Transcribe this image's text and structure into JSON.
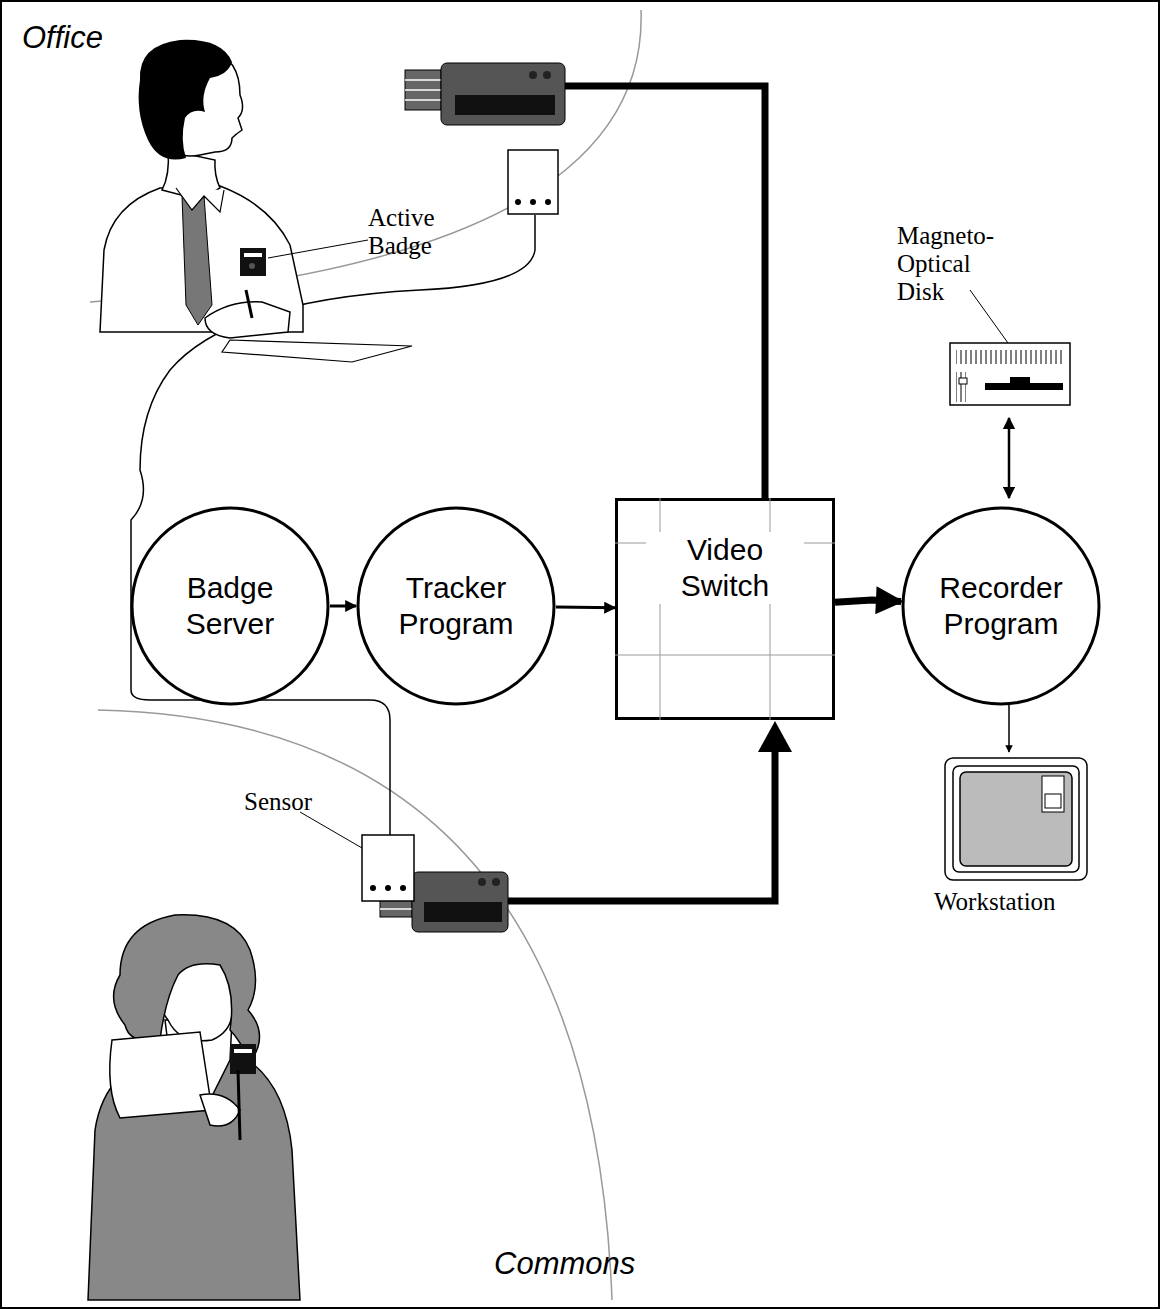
{
  "diagram": {
    "nodes": [
      {
        "text": [
          "Badge Server"
        ]
      },
      {
        "text": [
          "Tracker Program"
        ]
      },
      {
        "text": [
          "Video Switch"
        ]
      },
      {
        "text": [
          "Recorder Program"
        ]
      }
    ],
    "edges": [
      {
        "from": 0,
        "to": 1,
        "arrow": "to"
      },
      {
        "from": 1,
        "to": 2,
        "arrow": "to"
      },
      {
        "from": 2,
        "to": 3,
        "arrow": "to"
      }
    ],
    "labels": [
      "Office",
      "Active Badge",
      "Magneto-Optical Disk",
      "Sensor",
      "Workstation",
      "Commons"
    ]
  }
}
